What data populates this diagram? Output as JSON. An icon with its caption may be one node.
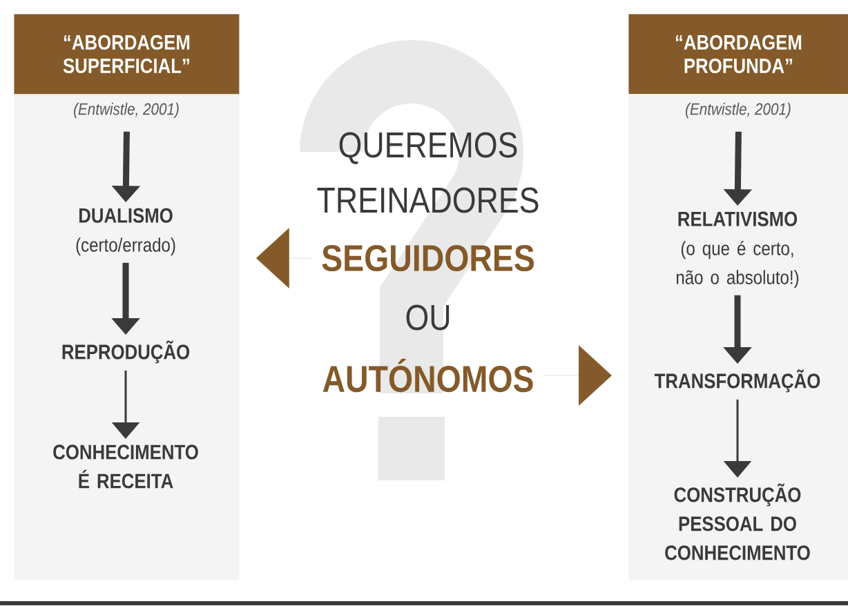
{
  "diagram": {
    "nodes": [
      {
        "text": [
          "“ABORDAGEM SUPERFICIAL”"
        ],
        "beside": [
          "(Entwistle, 2001)"
        ]
      },
      {
        "text": [],
        "shape": "box"
      },
      {
        "text": [
          "DUALISMO",
          "(certo/errado)"
        ],
        "in": 1
      },
      {
        "text": [
          "REPRODUÇÃO"
        ],
        "in": 1
      },
      {
        "text": [
          "CONHECIMENTO É RECEITA"
        ],
        "in": 1
      },
      {
        "text": [
          "“ABORDAGEM PROFUNDA”"
        ],
        "beside": [
          "(Entwistle, 2001)"
        ]
      },
      {
        "text": [],
        "shape": "box"
      },
      {
        "text": [
          "RELATIVISMO",
          "(o que é certo, não o absoluto!)"
        ],
        "in": 6
      },
      {
        "text": [
          "TRANSFORMAÇÃO"
        ],
        "in": 6
      },
      {
        "text": [
          "CONSTRUÇÃO PESSOAL DO CONHECIMENTO"
        ],
        "in": 6
      },
      {
        "text": [
          "SEGUIDORES"
        ]
      },
      {
        "text": [
          "AUTÓNOMOS"
        ]
      }
    ],
    "edges": [
      {
        "from": 0,
        "to": 2,
        "arrow": "to",
        "style": "thick"
      },
      {
        "from": 2,
        "to": 3,
        "arrow": "to",
        "style": "thick"
      },
      {
        "from": 3,
        "to": 4,
        "arrow": "to"
      },
      {
        "from": 5,
        "to": 7,
        "arrow": "to",
        "style": "thick"
      },
      {
        "from": 7,
        "to": 8,
        "arrow": "to",
        "style": "thick"
      },
      {
        "from": 8,
        "to": 9,
        "arrow": "to"
      },
      {
        "from": 10,
        "to": 1,
        "arrow": "to",
        "color": "#845a2a"
      },
      {
        "from": 11,
        "to": 6,
        "arrow": "to",
        "color": "#845a2a"
      }
    ],
    "labels": [
      "QUEREMOS TREINADORES",
      "OU"
    ]
  }
}
